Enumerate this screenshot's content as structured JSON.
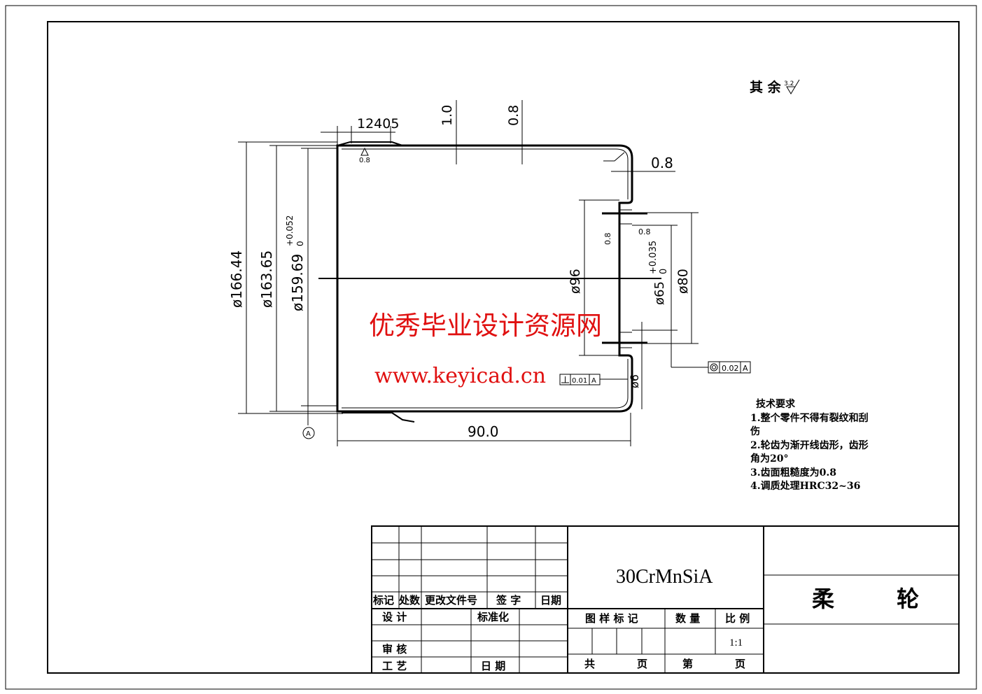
{
  "roughness_note": {
    "label": "其 余",
    "value": "3.2"
  },
  "dimensions": {
    "d166": "ø166.44",
    "d163": "ø163.65",
    "d159": "ø159.69",
    "d159_tol": "+0.052",
    "d159_tol_low": "0",
    "len_12405": "12405",
    "t10": "1.0",
    "t08_top": "0.8",
    "t08_right": "0.8",
    "d96": "ø96",
    "d65": "ø65",
    "d65_tol": "+0.035",
    "d65_tol_low": "0",
    "d80": "ø80",
    "d6": "ø6",
    "len90": "90.0",
    "rough_08_a": "0.8",
    "rough_08_b": "0.8",
    "rough_08_c": "0.8"
  },
  "datum": "A",
  "tolerances": {
    "concentricity": {
      "value": "0.02",
      "datum": "A"
    },
    "perpendicularity": {
      "value": "0.01",
      "datum": "A"
    }
  },
  "watermark": {
    "line1": "优秀毕业设计资源网",
    "line2": "www.keyicad.cn",
    "color": "#e01010"
  },
  "tech_req": {
    "title": "技术要求",
    "lines": [
      "1.整个零件不得有裂纹和刮",
      "伤",
      "2.轮齿为渐开线齿形，齿形",
      "角为20°",
      "3.齿面粗糙度为0.8",
      "4.调质处理HRC32~36"
    ]
  },
  "title_block": {
    "material": "30CrMnSiA",
    "part_name": "柔        轮",
    "rev_headers": [
      "标记",
      "处数",
      "更改文件号",
      "签 字",
      "日期"
    ],
    "design": "设 计",
    "standard": "标准化",
    "review": "审 核",
    "process": "工 艺",
    "date": "日 期",
    "drawing_mark": "图 样 标 记",
    "quantity": "数 量",
    "scale_label": "比 例",
    "scale": "1:1",
    "total": "共",
    "page": "页",
    "nth": "第",
    "page2": "页"
  }
}
